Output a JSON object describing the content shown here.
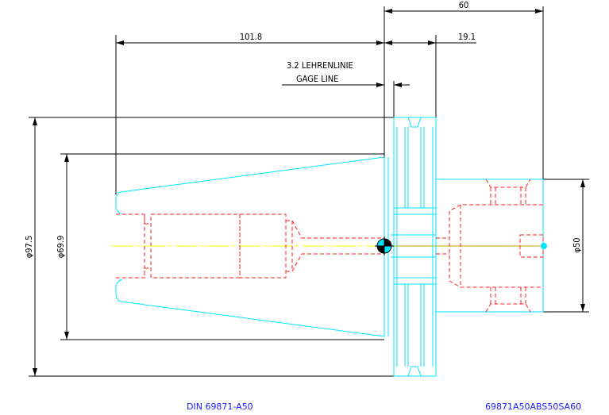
{
  "dimensions": {
    "length_total": "60",
    "length_cone": "101.8",
    "length_shank": "19.1",
    "gage_offset": "3.2",
    "gage_line_de": "LEHRENLINIE",
    "gage_line_en": "GAGE LINE",
    "dia_flange": "φ97.5",
    "dia_cone": "φ69.9",
    "dia_shank": "φ50"
  },
  "title_block": {
    "standard": "DIN 69871-A50",
    "part_number": "69871A50ABS50SA60"
  },
  "colors": {
    "outline": "#00e5ff",
    "hidden": "#ff2020",
    "centerline": "#ffff00",
    "dimension": "#000000",
    "title": "#1a1aff"
  }
}
